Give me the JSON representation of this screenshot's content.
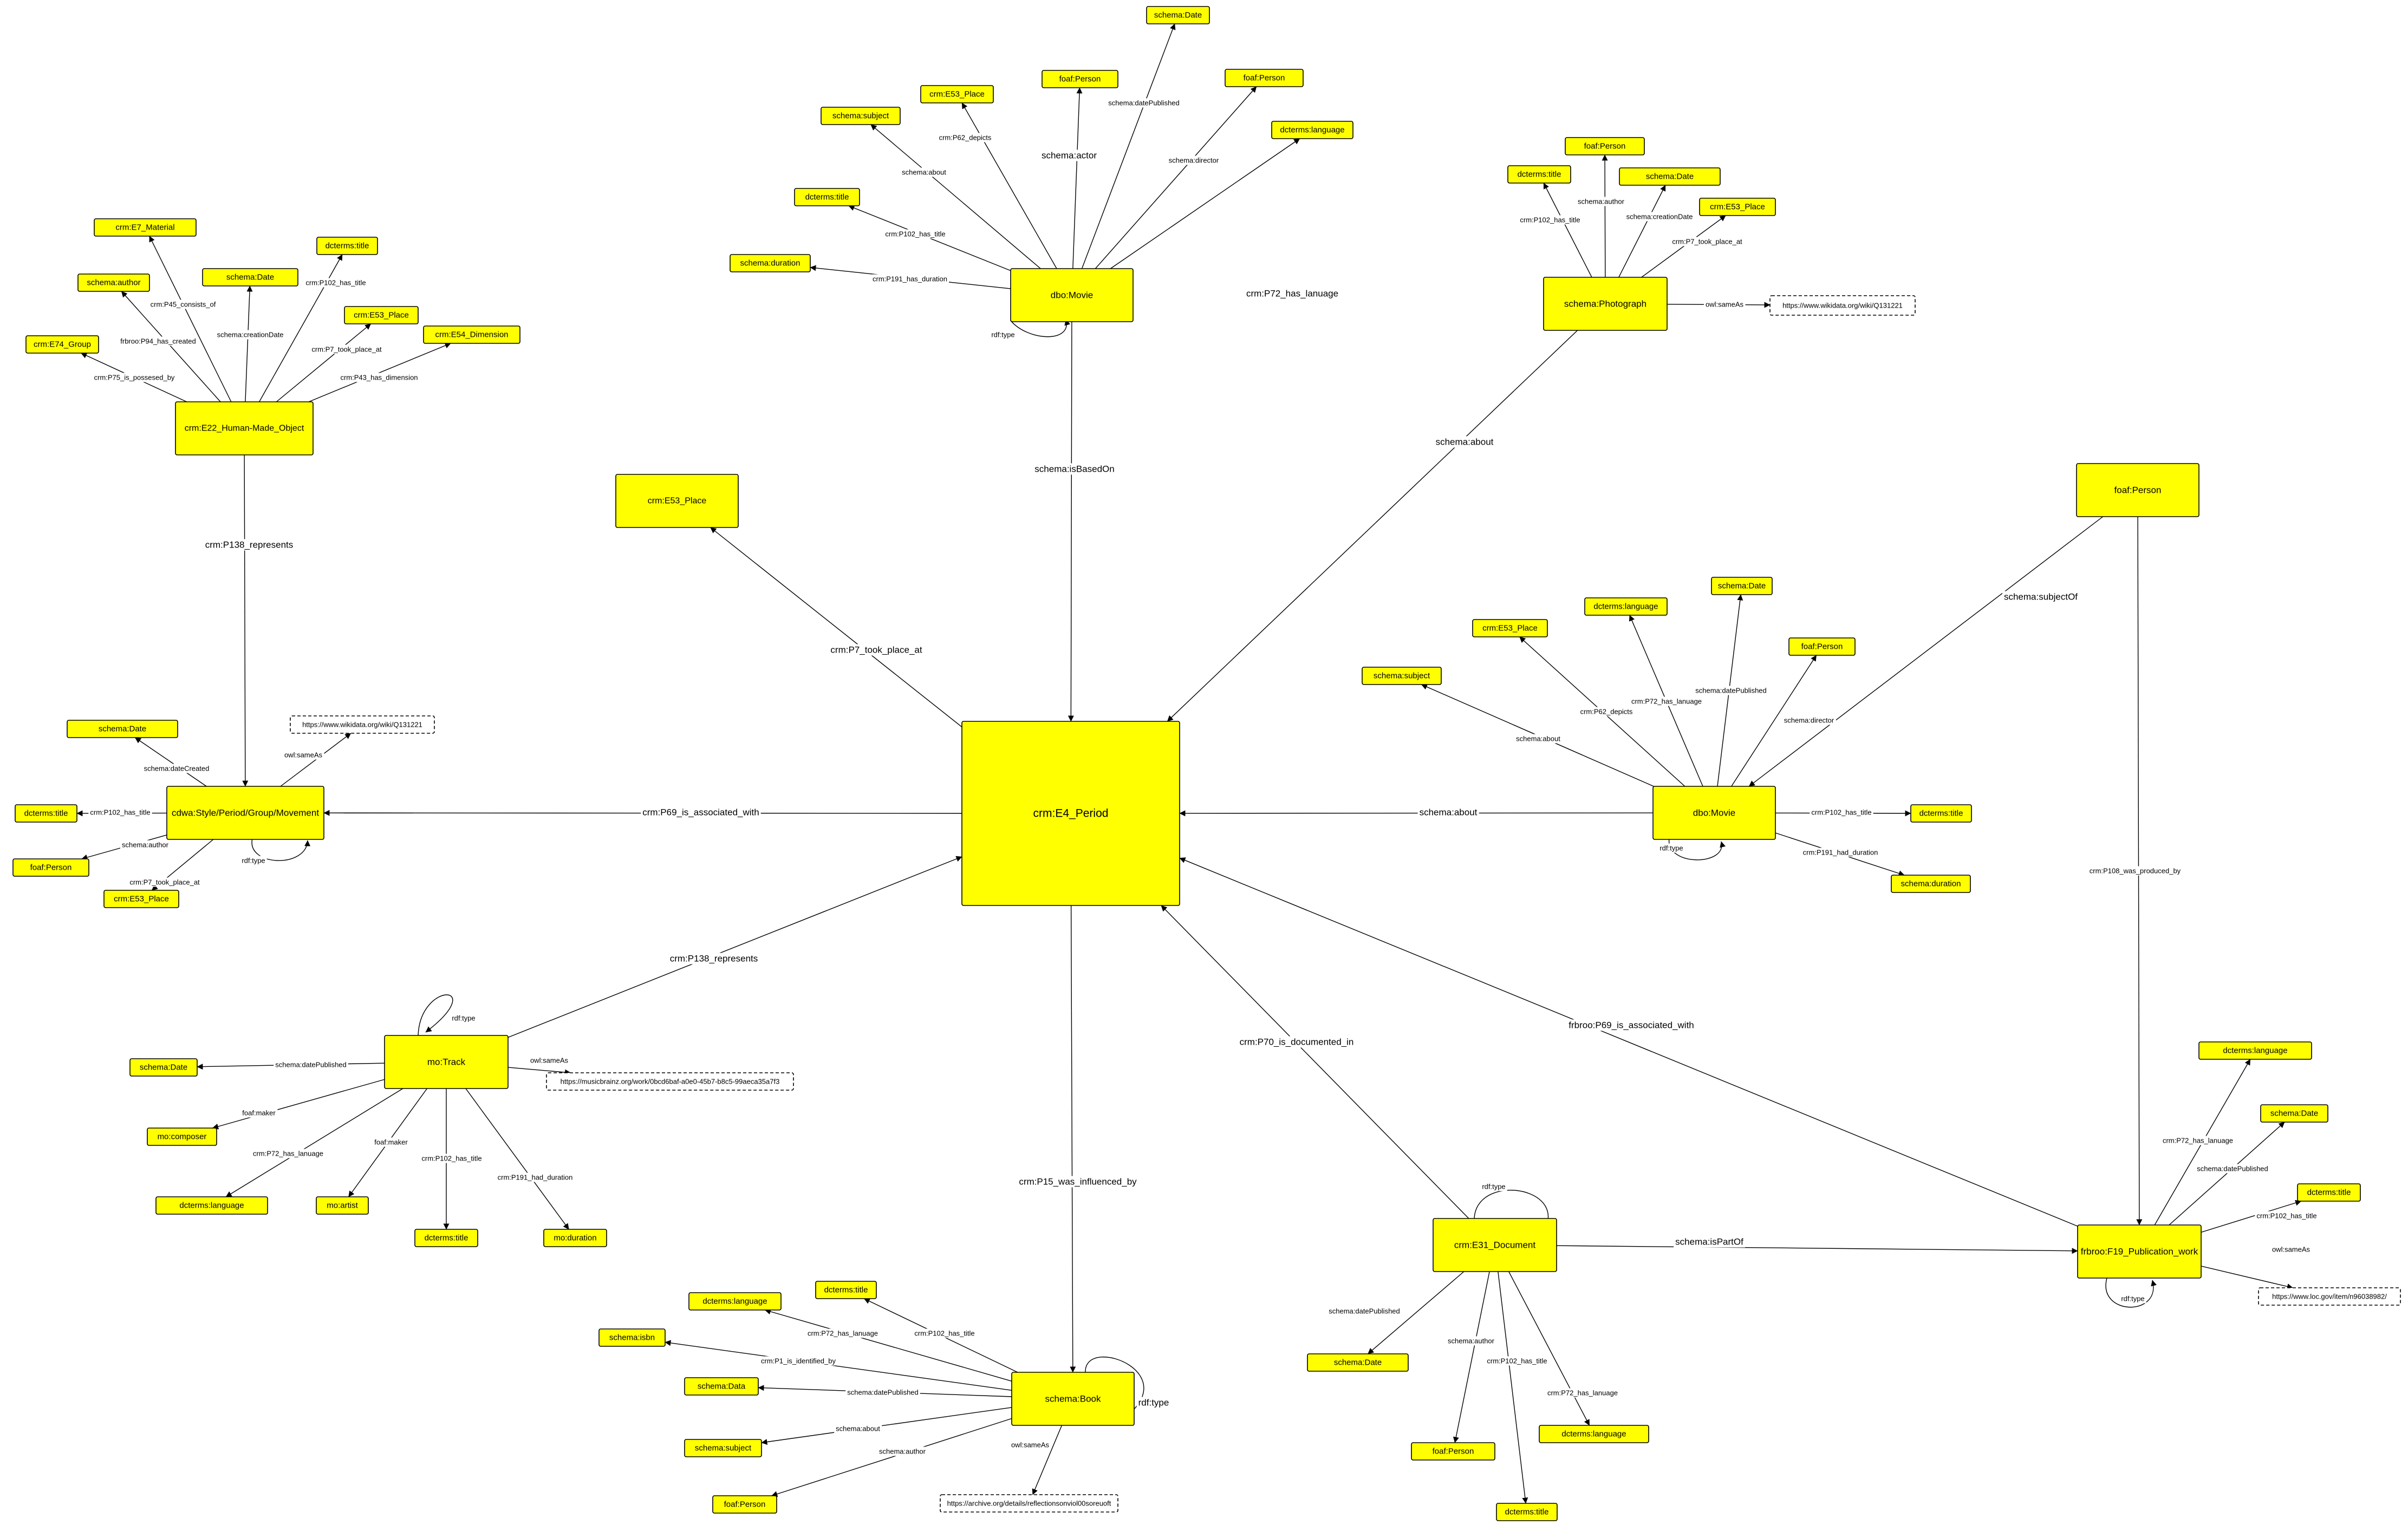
{
  "colors": {
    "node_fill": "#ffff00",
    "literal_fill": "#ffffff",
    "stroke": "#000000",
    "text": "#000000"
  },
  "nodes": [
    {
      "id": "center",
      "label": "crm:E4_Period",
      "kind": "class"
    },
    {
      "id": "movie1",
      "label": "dbo:Movie",
      "kind": "class"
    },
    {
      "id": "m1_date",
      "label": "schema:Date",
      "kind": "class"
    },
    {
      "id": "m1_place",
      "label": "crm:E53_Place",
      "kind": "class"
    },
    {
      "id": "m1_person_actor",
      "label": "foaf:Person",
      "kind": "class"
    },
    {
      "id": "m1_person_dir",
      "label": "foaf:Person",
      "kind": "class"
    },
    {
      "id": "m1_subject",
      "label": "schema:subject",
      "kind": "class"
    },
    {
      "id": "m1_lang",
      "label": "dcterms:language",
      "kind": "class"
    },
    {
      "id": "m1_title",
      "label": "dcterms:title",
      "kind": "class"
    },
    {
      "id": "m1_duration",
      "label": "schema:duration",
      "kind": "class"
    },
    {
      "id": "hmo",
      "label": "crm:E22_Human-Made_Object",
      "kind": "class"
    },
    {
      "id": "hmo_material",
      "label": "crm:E7_Material",
      "kind": "class"
    },
    {
      "id": "hmo_title",
      "label": "dcterms:title",
      "kind": "class"
    },
    {
      "id": "hmo_author",
      "label": "schema:author",
      "kind": "class"
    },
    {
      "id": "hmo_date",
      "label": "schema:Date",
      "kind": "class"
    },
    {
      "id": "hmo_place",
      "label": "crm:E53_Place",
      "kind": "class"
    },
    {
      "id": "hmo_group",
      "label": "crm:E74_Group",
      "kind": "class"
    },
    {
      "id": "hmo_dim",
      "label": "crm:E54_Dimension",
      "kind": "class"
    },
    {
      "id": "place_center",
      "label": "crm:E53_Place",
      "kind": "class"
    },
    {
      "id": "photo",
      "label": "schema:Photograph",
      "kind": "class"
    },
    {
      "id": "ph_person",
      "label": "foaf:Person",
      "kind": "class"
    },
    {
      "id": "ph_title",
      "label": "dcterms:title",
      "kind": "class"
    },
    {
      "id": "ph_date",
      "label": "schema:Date",
      "kind": "class"
    },
    {
      "id": "ph_place",
      "label": "crm:E53_Place",
      "kind": "class"
    },
    {
      "id": "ph_url",
      "label": "https://www.wikidata.org/wiki/Q131221",
      "kind": "literal"
    },
    {
      "id": "person_right",
      "label": "foaf:Person",
      "kind": "class"
    },
    {
      "id": "style",
      "label": "cdwa:Style/Period/Group/Movement",
      "kind": "class"
    },
    {
      "id": "st_date",
      "label": "schema:Date",
      "kind": "class"
    },
    {
      "id": "st_url",
      "label": "https://www.wikidata.org/wiki/Q131221",
      "kind": "literal"
    },
    {
      "id": "st_title",
      "label": "dcterms:title",
      "kind": "class"
    },
    {
      "id": "st_person",
      "label": "foaf:Person",
      "kind": "class"
    },
    {
      "id": "st_place",
      "label": "crm:E53_Place",
      "kind": "class"
    },
    {
      "id": "movie2",
      "label": "dbo:Movie",
      "kind": "class"
    },
    {
      "id": "m2_date",
      "label": "schema:Date",
      "kind": "class"
    },
    {
      "id": "m2_lang",
      "label": "dcterms:language",
      "kind": "class"
    },
    {
      "id": "m2_place",
      "label": "crm:E53_Place",
      "kind": "class"
    },
    {
      "id": "m2_person",
      "label": "foaf:Person",
      "kind": "class"
    },
    {
      "id": "m2_subject",
      "label": "schema:subject",
      "kind": "class"
    },
    {
      "id": "m2_title",
      "label": "dcterms:title",
      "kind": "class"
    },
    {
      "id": "m2_duration",
      "label": "schema:duration",
      "kind": "class"
    },
    {
      "id": "track",
      "label": "mo:Track",
      "kind": "class"
    },
    {
      "id": "tr_date",
      "label": "schema:Date",
      "kind": "class"
    },
    {
      "id": "tr_url",
      "label": "https://musicbrainz.org/work/0bcd6baf-a0e0-45b7-b8c5-99aeca35a7f3",
      "kind": "literal"
    },
    {
      "id": "tr_composer",
      "label": "mo:composer",
      "kind": "class"
    },
    {
      "id": "tr_lang",
      "label": "dcterms:language",
      "kind": "class"
    },
    {
      "id": "tr_artist",
      "label": "mo:artist",
      "kind": "class"
    },
    {
      "id": "tr_title",
      "label": "dcterms:title",
      "kind": "class"
    },
    {
      "id": "tr_duration",
      "label": "mo:duration",
      "kind": "class"
    },
    {
      "id": "doc",
      "label": "crm:E31_Document",
      "kind": "class"
    },
    {
      "id": "doc_date",
      "label": "schema:Date",
      "kind": "class"
    },
    {
      "id": "doc_person",
      "label": "foaf:Person",
      "kind": "class"
    },
    {
      "id": "doc_title",
      "label": "dcterms:title",
      "kind": "class"
    },
    {
      "id": "doc_lang",
      "label": "dcterms:language",
      "kind": "class"
    },
    {
      "id": "pub",
      "label": "frbroo:F19_Publication_work",
      "kind": "class"
    },
    {
      "id": "pub_lang",
      "label": "dcterms:language",
      "kind": "class"
    },
    {
      "id": "pub_date",
      "label": "schema:Date",
      "kind": "class"
    },
    {
      "id": "pub_title",
      "label": "dcterms:title",
      "kind": "class"
    },
    {
      "id": "pub_url",
      "label": "https://www.loc.gov/item/n96038982/",
      "kind": "literal"
    },
    {
      "id": "book",
      "label": "schema:Book",
      "kind": "class"
    },
    {
      "id": "bk_lang",
      "label": "dcterms:language",
      "kind": "class"
    },
    {
      "id": "bk_title",
      "label": "dcterms:title",
      "kind": "class"
    },
    {
      "id": "bk_isbn",
      "label": "schema:isbn",
      "kind": "class"
    },
    {
      "id": "bk_data",
      "label": "schema:Data",
      "kind": "class"
    },
    {
      "id": "bk_subject",
      "label": "schema:subject",
      "kind": "class"
    },
    {
      "id": "bk_person",
      "label": "foaf:Person",
      "kind": "class"
    },
    {
      "id": "bk_url",
      "label": "https://archive.org/details/reflectionsonviol00soreuoft",
      "kind": "literal"
    }
  ],
  "edges": [
    {
      "from": "movie1",
      "to": "center",
      "label": "schema:isBasedOn"
    },
    {
      "from": "movie1",
      "to": "m1_date",
      "label": "schema:datePublished"
    },
    {
      "from": "movie1",
      "to": "m1_place",
      "label": "crm:P62_depicts"
    },
    {
      "from": "movie1",
      "to": "m1_person_actor",
      "label": "schema:actor"
    },
    {
      "from": "movie1",
      "to": "m1_person_dir",
      "label": "schema:director"
    },
    {
      "from": "movie1",
      "to": "m1_subject",
      "label": "schema:about"
    },
    {
      "from": "movie1",
      "to": "m1_lang",
      "label": "crm:P72_has_lanuage"
    },
    {
      "from": "movie1",
      "to": "m1_title",
      "label": "crm:P102_has_title"
    },
    {
      "from": "movie1",
      "to": "m1_duration",
      "label": "crm:P191_has_duration"
    },
    {
      "from": "movie1",
      "to": "movie1",
      "label": "rdf:type"
    },
    {
      "from": "hmo",
      "to": "style",
      "label": "crm:P138_represents"
    },
    {
      "from": "hmo",
      "to": "hmo_material",
      "label": "crm:P45_consists_of"
    },
    {
      "from": "hmo",
      "to": "hmo_title",
      "label": "crm:P102_has_title"
    },
    {
      "from": "hmo",
      "to": "hmo_author",
      "label": "frbroo:P94_has_created"
    },
    {
      "from": "hmo",
      "to": "hmo_date",
      "label": "schema:creationDate"
    },
    {
      "from": "hmo",
      "to": "hmo_place",
      "label": "crm:P7_took_place_at"
    },
    {
      "from": "hmo",
      "to": "hmo_group",
      "label": "crm:P75_is_possesed_by"
    },
    {
      "from": "hmo",
      "to": "hmo_dim",
      "label": "crm:P43_has_dimension"
    },
    {
      "from": "center",
      "to": "place_center",
      "label": "crm:P7_took_place_at"
    },
    {
      "from": "photo",
      "to": "center",
      "label": "schema:about"
    },
    {
      "from": "photo",
      "to": "ph_person",
      "label": "schema:author"
    },
    {
      "from": "photo",
      "to": "ph_title",
      "label": "crm:P102_has_title"
    },
    {
      "from": "photo",
      "to": "ph_date",
      "label": "schema:creationDate"
    },
    {
      "from": "photo",
      "to": "ph_place",
      "label": "crm:P7_took_place_at"
    },
    {
      "from": "photo",
      "to": "ph_url",
      "label": "owl:sameAs"
    },
    {
      "from": "person_right",
      "to": "movie2",
      "label": "schema:subjectOf"
    },
    {
      "from": "person_right",
      "to": "pub",
      "label": "crm:P108_was_produced_by"
    },
    {
      "from": "center",
      "to": "style",
      "label": "crm:P69_is_associated_with"
    },
    {
      "from": "style",
      "to": "st_date",
      "label": "schema:dateCreated"
    },
    {
      "from": "style",
      "to": "st_url",
      "label": "owl:sameAs"
    },
    {
      "from": "style",
      "to": "st_title",
      "label": "crm:P102_has_title"
    },
    {
      "from": "style",
      "to": "st_person",
      "label": "schema:author"
    },
    {
      "from": "style",
      "to": "st_place",
      "label": "crm:P7_took_place_at"
    },
    {
      "from": "style",
      "to": "style",
      "label": "rdf:type"
    },
    {
      "from": "movie2",
      "to": "center",
      "label": "schema:about"
    },
    {
      "from": "movie2",
      "to": "m2_date",
      "label": "schema:datePublished"
    },
    {
      "from": "movie2",
      "to": "m2_lang",
      "label": "crm:P72_has_lanuage"
    },
    {
      "from": "movie2",
      "to": "m2_place",
      "label": "crm:P62_depicts"
    },
    {
      "from": "movie2",
      "to": "m2_person",
      "label": "schema:director"
    },
    {
      "from": "movie2",
      "to": "m2_subject",
      "label": "schema:about"
    },
    {
      "from": "movie2",
      "to": "m2_title",
      "label": "crm:P102_has_title"
    },
    {
      "from": "movie2",
      "to": "m2_duration",
      "label": "crm:P191_had_duration"
    },
    {
      "from": "movie2",
      "to": "movie2",
      "label": "rdf:type"
    },
    {
      "from": "track",
      "to": "center",
      "label": "crm:P138_represents"
    },
    {
      "from": "track",
      "to": "tr_date",
      "label": "schema:datePublished"
    },
    {
      "from": "track",
      "to": "tr_url",
      "label": "owl:sameAs"
    },
    {
      "from": "track",
      "to": "tr_composer",
      "label": "foaf:maker"
    },
    {
      "from": "track",
      "to": "tr_lang",
      "label": "crm:P72_has_lanuage"
    },
    {
      "from": "track",
      "to": "tr_artist",
      "label": "foaf:maker"
    },
    {
      "from": "track",
      "to": "tr_title",
      "label": "crm:P102_has_title"
    },
    {
      "from": "track",
      "to": "tr_duration",
      "label": "crm:P191_had_duration"
    },
    {
      "from": "track",
      "to": "track",
      "label": "rdf:type"
    },
    {
      "from": "center",
      "to": "book",
      "label": "crm:P15_was_influenced_by"
    },
    {
      "from": "doc",
      "to": "center",
      "label": "crm:P70_is_documented_in"
    },
    {
      "from": "pub",
      "to": "center",
      "label": "frbroo:P69_is_associated_with"
    },
    {
      "from": "doc",
      "to": "pub",
      "label": "schema:isPartOf"
    },
    {
      "from": "doc",
      "to": "doc_date",
      "label": "schema:datePublished"
    },
    {
      "from": "doc",
      "to": "doc_person",
      "label": "schema:author"
    },
    {
      "from": "doc",
      "to": "doc_title",
      "label": "crm:P102_has_title"
    },
    {
      "from": "doc",
      "to": "doc_lang",
      "label": "crm:P72_has_lanuage"
    },
    {
      "from": "doc",
      "to": "doc",
      "label": "rdf:type"
    },
    {
      "from": "pub",
      "to": "pub_lang",
      "label": "crm:P72_has_lanuage"
    },
    {
      "from": "pub",
      "to": "pub_date",
      "label": "schema:datePublished"
    },
    {
      "from": "pub",
      "to": "pub_title",
      "label": "crm:P102_has_title"
    },
    {
      "from": "pub",
      "to": "pub_url",
      "label": "owl:sameAs"
    },
    {
      "from": "pub",
      "to": "pub",
      "label": "rdf:type"
    },
    {
      "from": "book",
      "to": "bk_lang",
      "label": "crm:P72_has_lanuage"
    },
    {
      "from": "book",
      "to": "bk_title",
      "label": "crm:P102_has_title"
    },
    {
      "from": "book",
      "to": "bk_isbn",
      "label": "crm:P1_is_identified_by"
    },
    {
      "from": "book",
      "to": "bk_data",
      "label": "schema:datePublished"
    },
    {
      "from": "book",
      "to": "bk_subject",
      "label": "schema:about"
    },
    {
      "from": "book",
      "to": "bk_person",
      "label": "schema:author"
    },
    {
      "from": "book",
      "to": "bk_url",
      "label": "owl:sameAs"
    },
    {
      "from": "book",
      "to": "book",
      "label": "rdf:type"
    }
  ]
}
